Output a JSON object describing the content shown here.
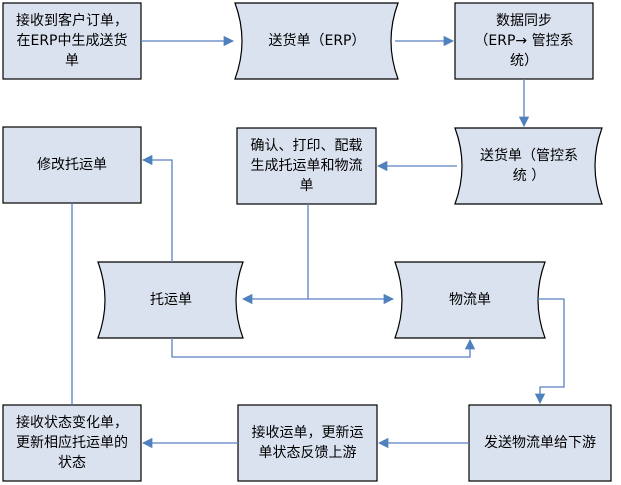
{
  "colors": {
    "node_fill": "#dbe2ef",
    "node_stroke": "#000000",
    "edge": "#4f81bd",
    "text": "#000000"
  },
  "nodes": {
    "receive_order": "接收到客户订单，\n在ERP中生成送货\n单",
    "delivery_erp": "送货单（ERP）",
    "data_sync": "数据同步\n（ERP→ 管控系\n统）",
    "delivery_mc": "送货单（管控系\n统 ）",
    "confirm_print": "确认、打印、配载\n生成托运单和物流\n单",
    "modify_consign": "修改托运单",
    "consign_note": "托运单",
    "logistics_note": "物流单",
    "send_downstream": "发送物流单给下游",
    "receive_waybill": "接收运单，更新运\n单状态反馈上游",
    "receive_status": "接收状态变化单，\n更新相应托运单的\n状态"
  }
}
